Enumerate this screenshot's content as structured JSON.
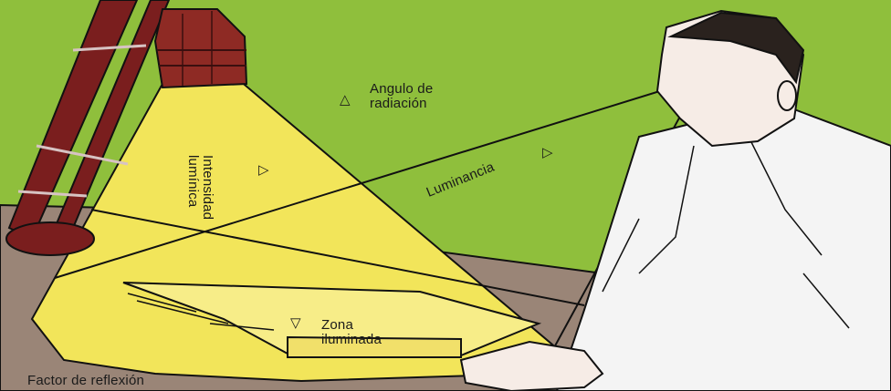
{
  "labels": {
    "angulo_line1": "Angulo de",
    "angulo_line2": "radiación",
    "intensidad_line1": "Intensidad",
    "intensidad_line2": "lumínica",
    "luminancia": "Luminancia",
    "zona_line1": "Zona",
    "zona_line2": "iluminada",
    "factor": "Factor de reflexión"
  },
  "colors": {
    "background": "#8fbf3c",
    "light_cone": "#f2e55a",
    "desk": "#9a8577",
    "lamp": "#7a1e1e",
    "coat": "#f4f4f4",
    "outline": "#111111"
  }
}
